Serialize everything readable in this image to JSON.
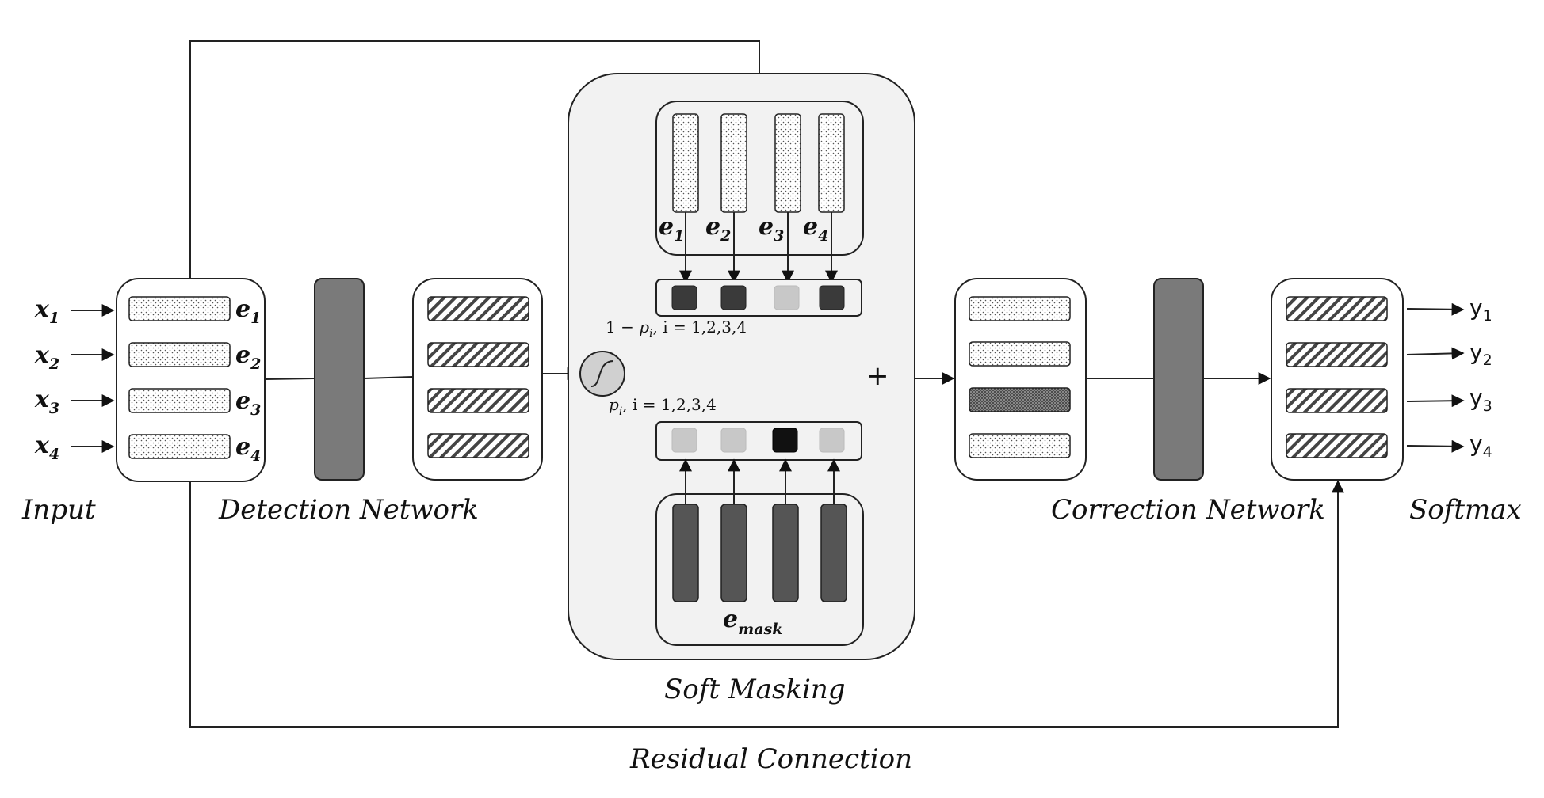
{
  "stages": {
    "input": "Input",
    "detection": "Detection Network",
    "soft_masking": "Soft Masking",
    "correction": "Correction Network",
    "softmax": "Softmax",
    "residual": "Residual Connection"
  },
  "inputs": [
    {
      "base": "x",
      "sub": "1"
    },
    {
      "base": "x",
      "sub": "2"
    },
    {
      "base": "x",
      "sub": "3"
    },
    {
      "base": "x",
      "sub": "4"
    }
  ],
  "embeddings": [
    {
      "base": "e",
      "sub": "1"
    },
    {
      "base": "e",
      "sub": "2"
    },
    {
      "base": "e",
      "sub": "3"
    },
    {
      "base": "e",
      "sub": "4"
    }
  ],
  "outputs": [
    {
      "base": "y",
      "sub": "1"
    },
    {
      "base": "y",
      "sub": "2"
    },
    {
      "base": "y",
      "sub": "3"
    },
    {
      "base": "y",
      "sub": "4"
    }
  ],
  "mask_embedding": {
    "base": "e",
    "sub": "mask"
  },
  "formulas": {
    "one_minus_p_prefix": "1 − ",
    "p": "p",
    "i_sub": "i",
    "range": ", i = 1,2,3,4"
  },
  "plus_sign": "+",
  "colors": {
    "panel_bg": "#f2f2f2",
    "dark_gray": "#777777",
    "dark_square": "#3a3a3a",
    "light_square": "#c8c8c8",
    "black_square": "#111111",
    "mask_bar": "#555555"
  },
  "cell_shades": {
    "top_row": [
      "dark",
      "dark",
      "light",
      "dark"
    ],
    "bottom_row": [
      "light",
      "light",
      "black",
      "light"
    ]
  }
}
